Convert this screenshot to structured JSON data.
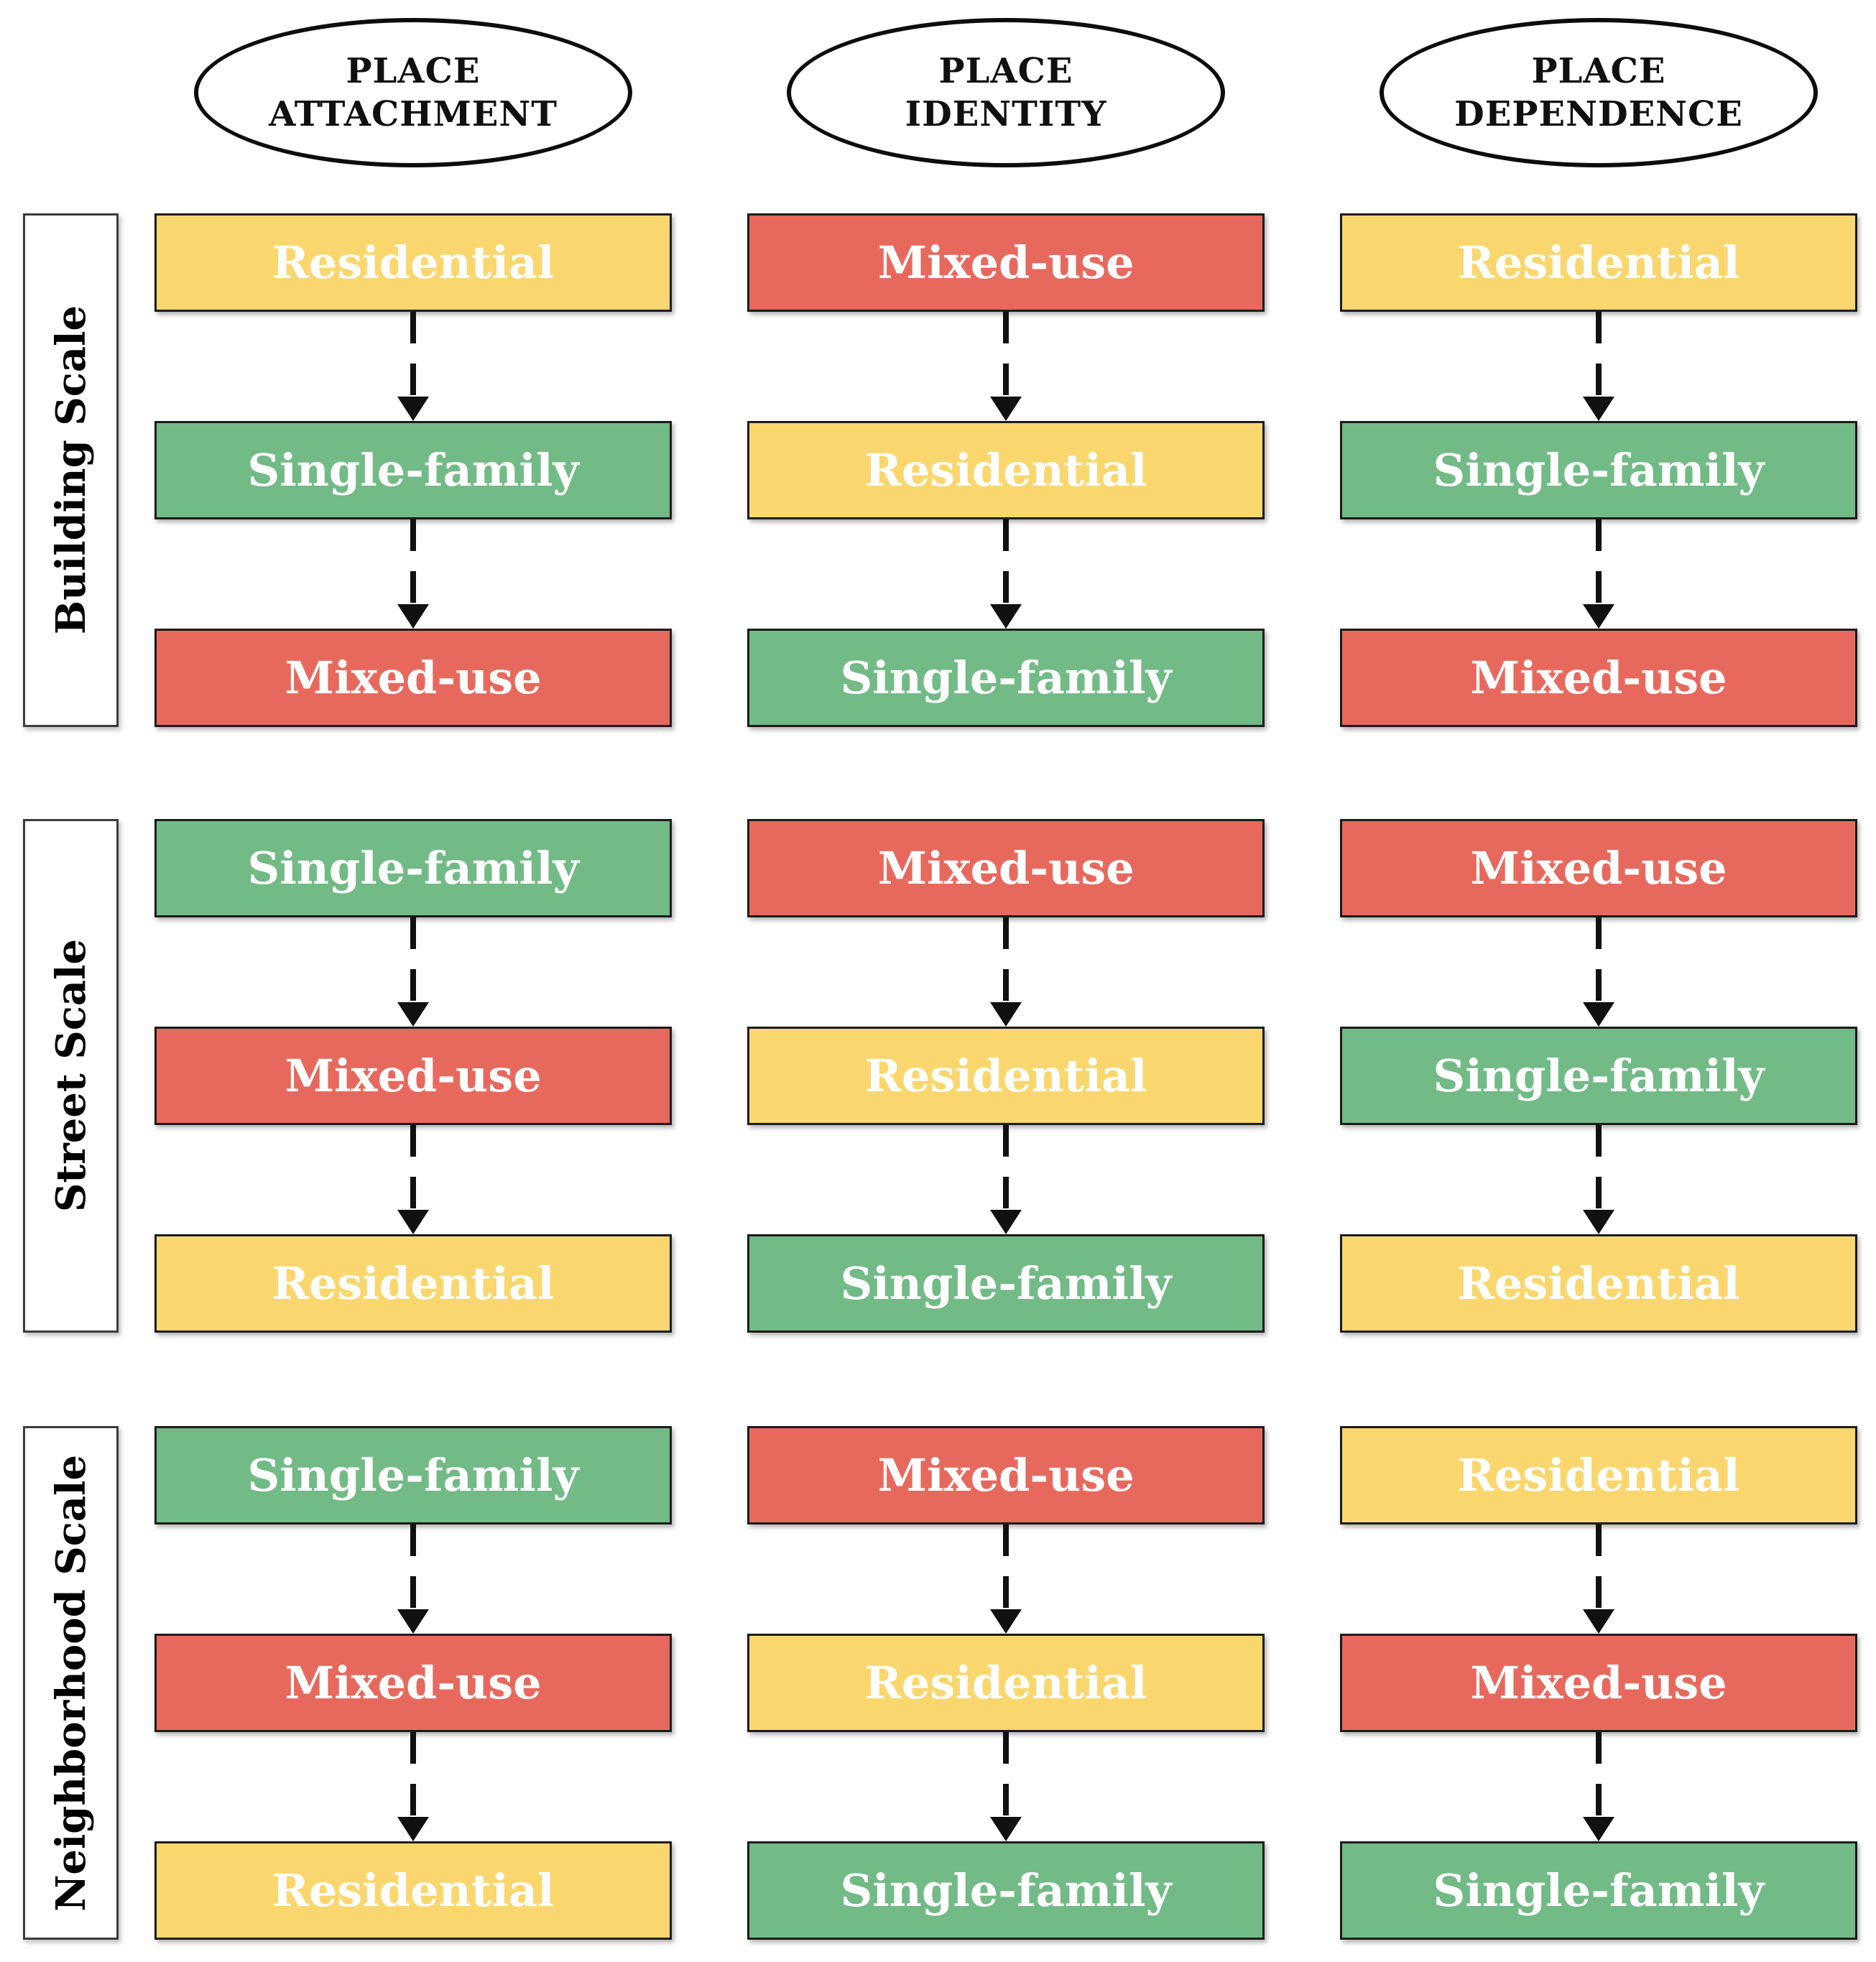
{
  "colors": {
    "residential": "#F9D76E",
    "single_family": "#72BA86",
    "mixed_use": "#E7695D",
    "box_text": "#FFFFFF",
    "arrow": "#111111",
    "header_text": "#101010",
    "row_label_text": "#000000"
  },
  "connector": {
    "type": "dashed-arrow",
    "direction": "down"
  },
  "headers": [
    {
      "id": "place-attachment",
      "label": "PLACE\nATTACHMENT"
    },
    {
      "id": "place-identity",
      "label": "PLACE\nIDENTITY"
    },
    {
      "id": "place-dependence",
      "label": "PLACE\nDEPENDENCE"
    }
  ],
  "rows": [
    {
      "scale_label": "Building Scale",
      "cells": [
        {
          "column": "place-attachment",
          "boxes": [
            {
              "label": "Residential",
              "color": "residential"
            },
            {
              "label": "Single-family",
              "color": "single_family"
            },
            {
              "label": "Mixed-use",
              "color": "mixed_use"
            }
          ]
        },
        {
          "column": "place-identity",
          "boxes": [
            {
              "label": "Mixed-use",
              "color": "mixed_use"
            },
            {
              "label": "Residential",
              "color": "residential"
            },
            {
              "label": "Single-family",
              "color": "single_family"
            }
          ]
        },
        {
          "column": "place-dependence",
          "boxes": [
            {
              "label": "Residential",
              "color": "residential"
            },
            {
              "label": "Single-family",
              "color": "single_family"
            },
            {
              "label": "Mixed-use",
              "color": "mixed_use"
            }
          ]
        }
      ]
    },
    {
      "scale_label": "Street Scale",
      "cells": [
        {
          "column": "place-attachment",
          "boxes": [
            {
              "label": "Single-family",
              "color": "single_family"
            },
            {
              "label": "Mixed-use",
              "color": "mixed_use"
            },
            {
              "label": "Residential",
              "color": "residential"
            }
          ]
        },
        {
          "column": "place-identity",
          "boxes": [
            {
              "label": "Mixed-use",
              "color": "mixed_use"
            },
            {
              "label": "Residential",
              "color": "residential"
            },
            {
              "label": "Single-family",
              "color": "single_family"
            }
          ]
        },
        {
          "column": "place-dependence",
          "boxes": [
            {
              "label": "Mixed-use",
              "color": "mixed_use"
            },
            {
              "label": "Single-family",
              "color": "single_family"
            },
            {
              "label": "Residential",
              "color": "residential"
            }
          ]
        }
      ]
    },
    {
      "scale_label": "Neighborhood Scale",
      "cells": [
        {
          "column": "place-attachment",
          "boxes": [
            {
              "label": "Single-family",
              "color": "single_family"
            },
            {
              "label": "Mixed-use",
              "color": "mixed_use"
            },
            {
              "label": "Residential",
              "color": "residential"
            }
          ]
        },
        {
          "column": "place-identity",
          "boxes": [
            {
              "label": "Mixed-use",
              "color": "mixed_use"
            },
            {
              "label": "Residential",
              "color": "residential"
            },
            {
              "label": "Single-family",
              "color": "single_family"
            }
          ]
        },
        {
          "column": "place-dependence",
          "boxes": [
            {
              "label": "Residential",
              "color": "residential"
            },
            {
              "label": "Mixed-use",
              "color": "mixed_use"
            },
            {
              "label": "Single-family",
              "color": "single_family"
            }
          ]
        }
      ]
    }
  ]
}
